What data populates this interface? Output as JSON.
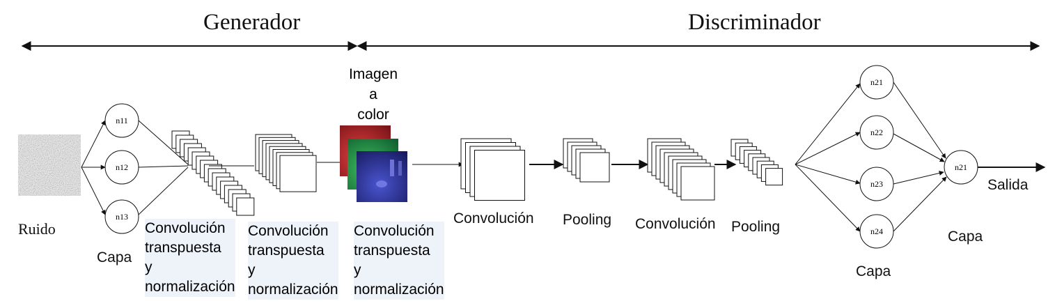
{
  "sections": {
    "generator": "Generador",
    "discriminator": "Discriminador"
  },
  "labels": {
    "noise": "Ruido",
    "gen_layer": "Capa",
    "output_image": [
      "Imagen",
      "a",
      "color"
    ],
    "tconv1": [
      "Convolución",
      "transpuesta",
      "y",
      "normalización"
    ],
    "tconv2": [
      "Convolución",
      "transpuesta",
      "y",
      "normalización"
    ],
    "tconv3": [
      "Convolución",
      "transpuesta",
      "y",
      "normalización"
    ],
    "conv1": "Convolución",
    "pool1": "Pooling",
    "conv2": "Convolución",
    "pool2": "Pooling",
    "disc_layer1": "Capa",
    "disc_layer2": "Capa",
    "output": "Salida"
  },
  "nodes": {
    "gen": [
      "n11",
      "n12",
      "n13"
    ],
    "disc_hidden": [
      "n21",
      "n22",
      "n23",
      "n24"
    ],
    "disc_out": "n21"
  },
  "image_colors": [
    "#b3242a",
    "#1f9a45",
    "#2b2f9c"
  ]
}
